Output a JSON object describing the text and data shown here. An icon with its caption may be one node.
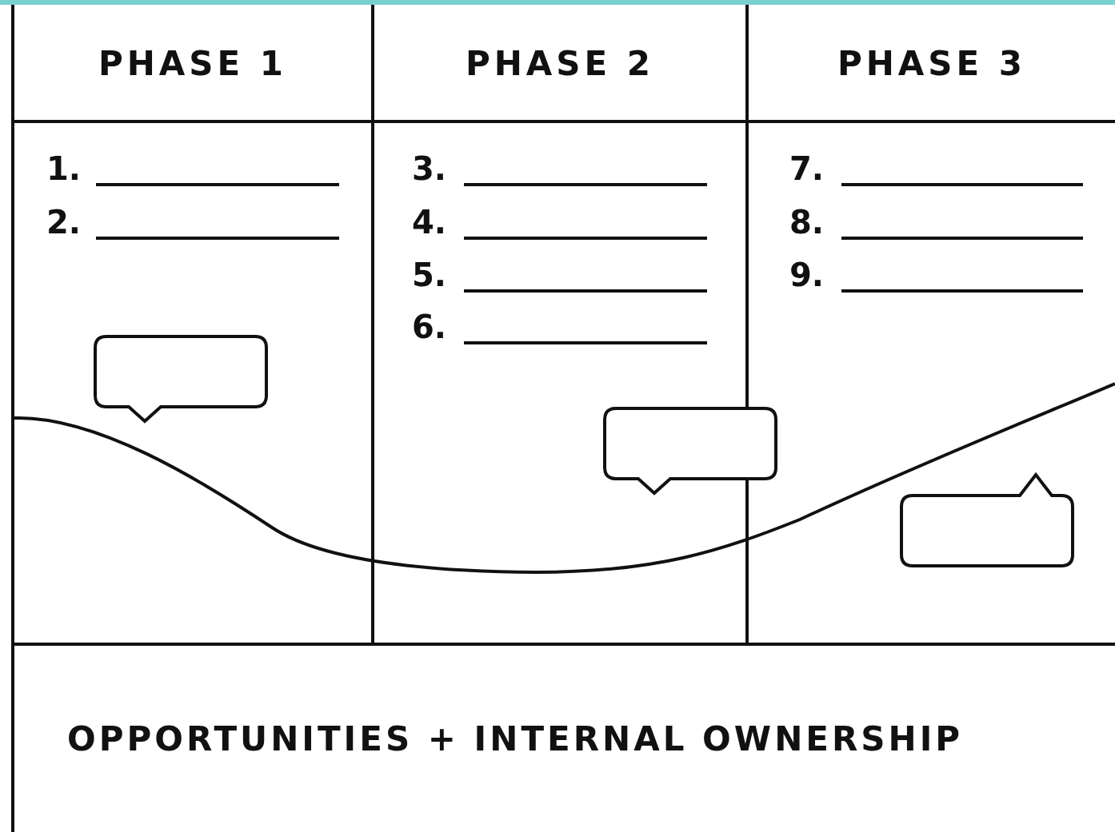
{
  "diagram": {
    "nodes": [
      {
        "text": [
          "PHASE 1"
        ]
      },
      {
        "text": [
          "PHASE 2"
        ]
      },
      {
        "text": [
          "PHASE 3"
        ]
      },
      {
        "text": [],
        "shape": "bubble"
      },
      {
        "text": [],
        "shape": "bubble"
      },
      {
        "text": [],
        "shape": "bubble"
      },
      {
        "text": [
          "OPPORTUNITIES + INTERNAL OWNERSHIP"
        ]
      }
    ],
    "edges": [],
    "labels": [
      "1.",
      "2.",
      "3.",
      "4.",
      "5.",
      "6.",
      "7.",
      "8.",
      "9."
    ]
  }
}
